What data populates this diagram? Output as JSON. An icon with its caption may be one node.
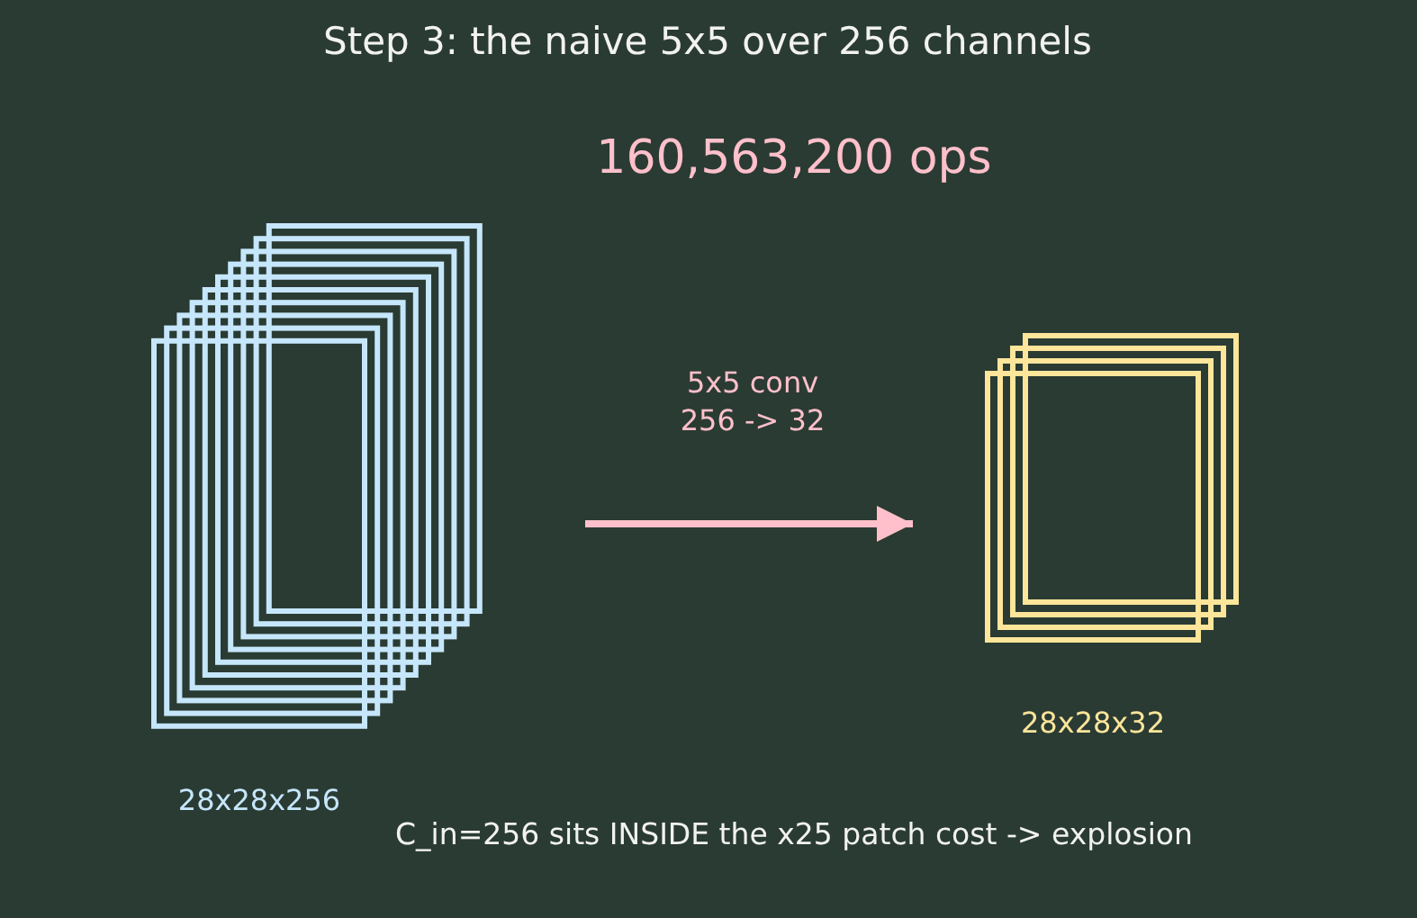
{
  "diagram": {
    "title": "Step 3: the naive 5x5 over 256 channels",
    "nodes": [
      {
        "text": [],
        "shape": "box",
        "beside": [
          "28x28x256"
        ]
      },
      {
        "text": [],
        "shape": "box",
        "beside": [
          "28x28x32"
        ]
      }
    ],
    "edges": [
      {
        "from": 0,
        "to": 1,
        "arrow": "to",
        "label": "5x5 conv 256 -> 32"
      }
    ],
    "labels": [
      "160,563,200 ops",
      "C_in=256 sits INSIDE the x25 patch cost -> explosion"
    ]
  }
}
